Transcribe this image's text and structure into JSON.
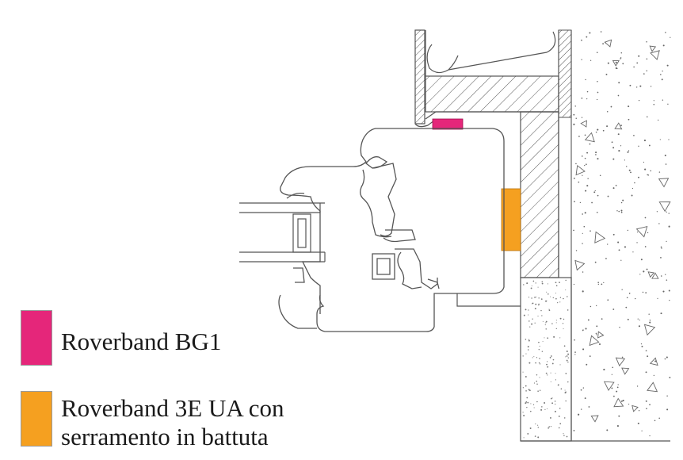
{
  "colors": {
    "roverband_bg1": "#e5267a",
    "roverband_3e_ua": "#f5a020",
    "line": "#555555",
    "background": "#ffffff"
  },
  "legend": {
    "items": [
      {
        "label_lines": [
          "Roverband BG1"
        ],
        "color": "#e5267a"
      },
      {
        "label_lines": [
          "Roverband 3E UA con",
          "serramento in battuta"
        ],
        "color": "#f5a020"
      }
    ]
  }
}
